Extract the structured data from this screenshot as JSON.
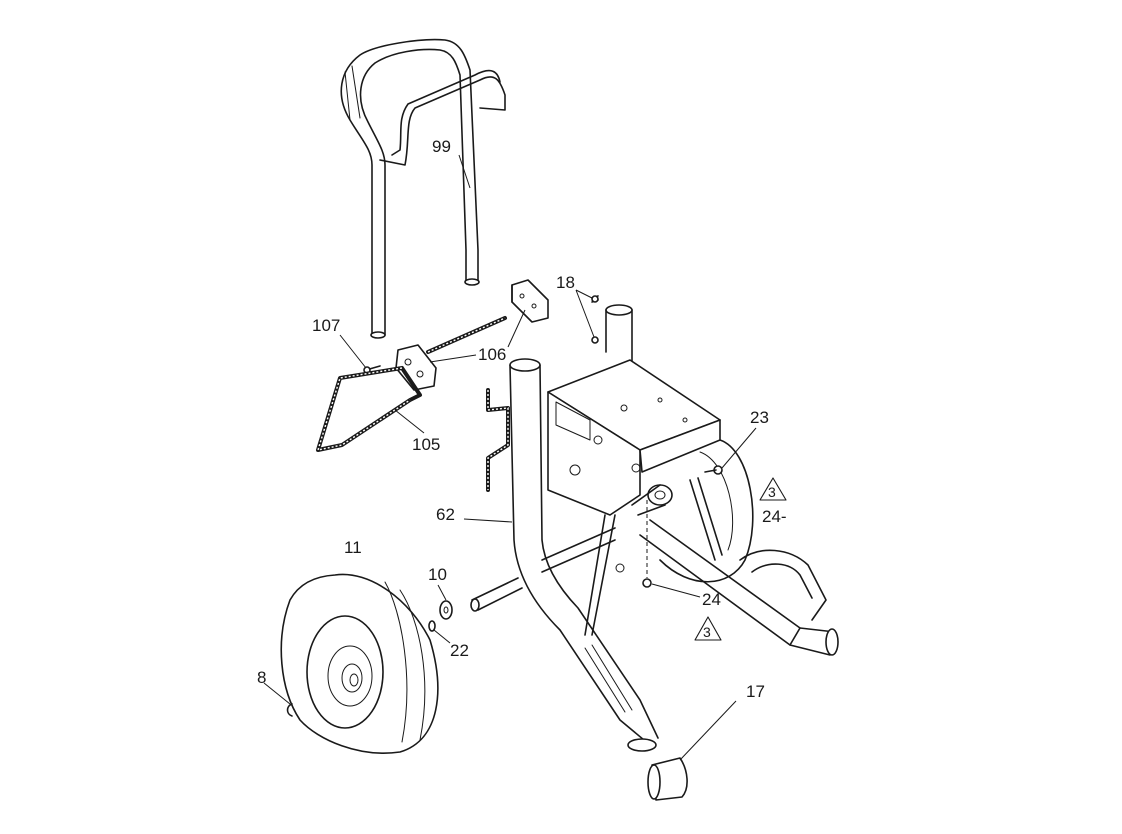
{
  "callouts": {
    "c99": "99",
    "c18": "18",
    "c107": "107",
    "c106": "106",
    "c105": "105",
    "c23": "23",
    "c24_right": "24-",
    "c62": "62",
    "c11": "11",
    "c10": "10",
    "c24": "24",
    "c22": "22",
    "c8": "8",
    "c17": "17"
  },
  "warnings": {
    "w_upper": "3",
    "w_lower": "3"
  }
}
